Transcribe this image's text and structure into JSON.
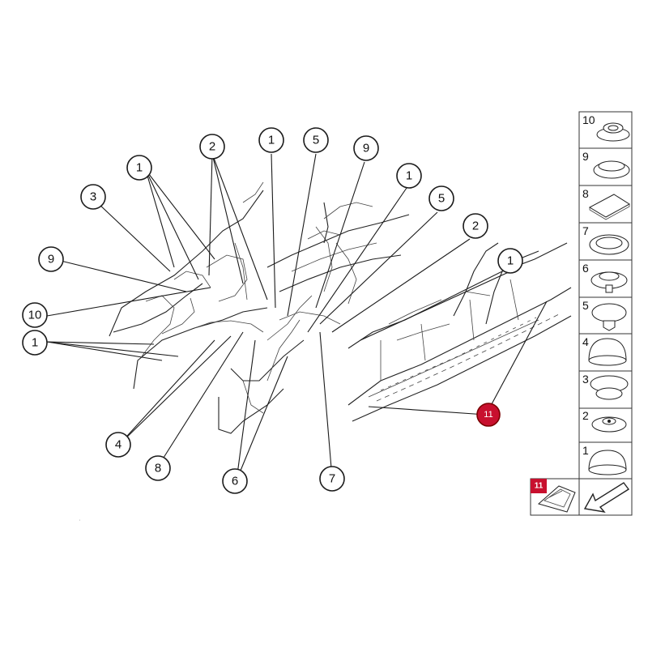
{
  "callouts": [
    {
      "id": "c1a",
      "label": "1"
    },
    {
      "id": "c2a",
      "label": "2"
    },
    {
      "id": "c1b",
      "label": "1"
    },
    {
      "id": "c5a",
      "label": "5"
    },
    {
      "id": "c9a",
      "label": "9"
    },
    {
      "id": "c1c",
      "label": "1"
    },
    {
      "id": "c3",
      "label": "3"
    },
    {
      "id": "c5b",
      "label": "5"
    },
    {
      "id": "c2b",
      "label": "2"
    },
    {
      "id": "c9b",
      "label": "9"
    },
    {
      "id": "c1d",
      "label": "1"
    },
    {
      "id": "c10",
      "label": "10"
    },
    {
      "id": "c1e",
      "label": "1"
    },
    {
      "id": "c11",
      "label": "11"
    },
    {
      "id": "c4",
      "label": "4"
    },
    {
      "id": "c8",
      "label": "8"
    },
    {
      "id": "c6",
      "label": "6"
    },
    {
      "id": "c7",
      "label": "7"
    }
  ],
  "legend": [
    {
      "number": "10",
      "icon": "grommet-flanged-icon"
    },
    {
      "number": "9",
      "icon": "plug-flat-wide-icon"
    },
    {
      "number": "8",
      "icon": "adhesive-pad-icon"
    },
    {
      "number": "7",
      "icon": "plug-flat-ring-icon"
    },
    {
      "number": "6",
      "icon": "plug-stepped-icon"
    },
    {
      "number": "5",
      "icon": "plug-clip-icon"
    },
    {
      "number": "4",
      "icon": "plug-dome-icon"
    },
    {
      "number": "3",
      "icon": "plug-cup-icon"
    },
    {
      "number": "2",
      "icon": "plug-center-icon"
    },
    {
      "number": "1",
      "icon": "plug-dome-small-icon"
    }
  ],
  "legend_extra": {
    "tag": "11",
    "icon": "rocker-pad-icon",
    "arrow": "direction-arrow-icon"
  }
}
